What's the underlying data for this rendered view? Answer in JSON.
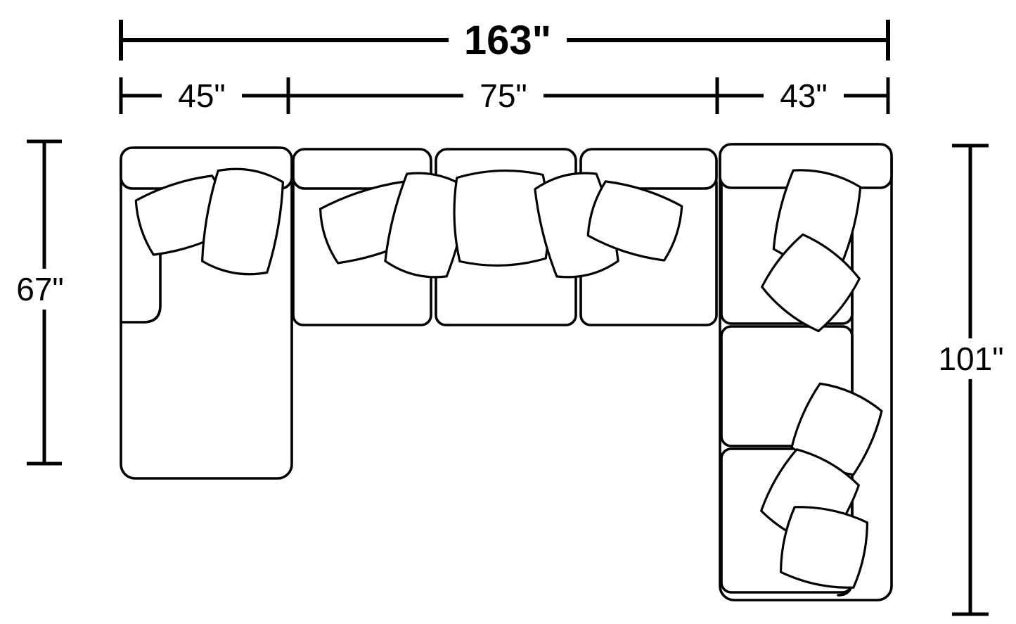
{
  "diagram": {
    "kind": "sectional-sofa-floor-plan",
    "colors": {
      "line": "#000000",
      "background": "#ffffff"
    },
    "dimensions": {
      "total_width": "163\"",
      "chaise_section_width": "45\"",
      "middle_section_width": "75\"",
      "right_section_width": "43\"",
      "left_depth": "67\"",
      "right_depth": "101\""
    }
  }
}
